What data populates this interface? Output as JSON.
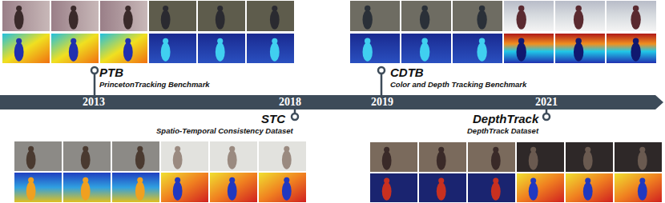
{
  "diagram": {
    "nodes": [
      {
        "text": [
          "2013",
          "2018",
          "2019",
          "2021"
        ]
      }
    ],
    "labels": [
      "PTB",
      "PrincetonTracking Benchmark",
      "CDTB",
      "Color and Depth Tracking Benchmark",
      "STC",
      "Spatio-Temporal Consistency Dataset",
      "DepthTrack",
      "DepthTrack Dataset"
    ]
  }
}
